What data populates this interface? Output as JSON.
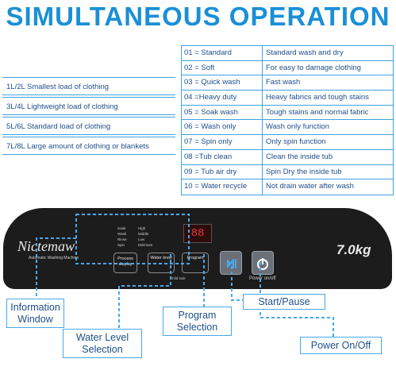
{
  "title": "SIMULTANEOUS OPERATION",
  "loads": [
    "1L/2L Smallest load of clothing",
    "3L/4L Lightweight load of clothing",
    "5L/6L Standard load of clothing",
    "7L/8L Large amount of clothing or blankets"
  ],
  "programs": [
    {
      "key": "01 = Standard",
      "desc": "Standard wash and dry"
    },
    {
      "key": "02 = Soft",
      "desc": "For easy to damage clothing"
    },
    {
      "key": "03 = Quick wash",
      "desc": "Fast wash"
    },
    {
      "key": "04 =Heavy duty",
      "desc": "Heavy fabrics and tough stains"
    },
    {
      "key": "05 = Soak wash",
      "desc": "Tough stains and normal fabric"
    },
    {
      "key": "06 = Wash only",
      "desc": "Wash only function"
    },
    {
      "key": "07 = Spin only",
      "desc": "Only spin function"
    },
    {
      "key": "08 =Tub clean",
      "desc": "Clean the inside tub"
    },
    {
      "key": "09 = Tub air dry",
      "desc": "Spin Dry the inside tub"
    },
    {
      "key": "10 = Water recycle",
      "desc": "Not drain water after wash"
    }
  ],
  "panel": {
    "brand": "Nictemaw",
    "subbrand": "Automatic Washing Machine",
    "capacity": "7.0kg",
    "display": "88",
    "process_display": "Process display",
    "water_level": "Water level",
    "program": "Program",
    "child_lock": "Child lock",
    "power_label": "Power on/off",
    "water_level_options": [
      "High",
      "Middle",
      "Low",
      "Minimum"
    ],
    "process_steps": [
      "Soak",
      "Wash",
      "Rinse",
      "Spin"
    ]
  },
  "callouts": {
    "info_window": "Information Window",
    "water_level": "Water Level Selection",
    "program": "Program Selection",
    "start_pause": "Start/Pause",
    "power": "Power On/Off"
  },
  "colors": {
    "accent": "#1a8fd6",
    "text": "#1f4f8b",
    "panel": "#1c1c1c",
    "border": "#3fa3e3"
  }
}
